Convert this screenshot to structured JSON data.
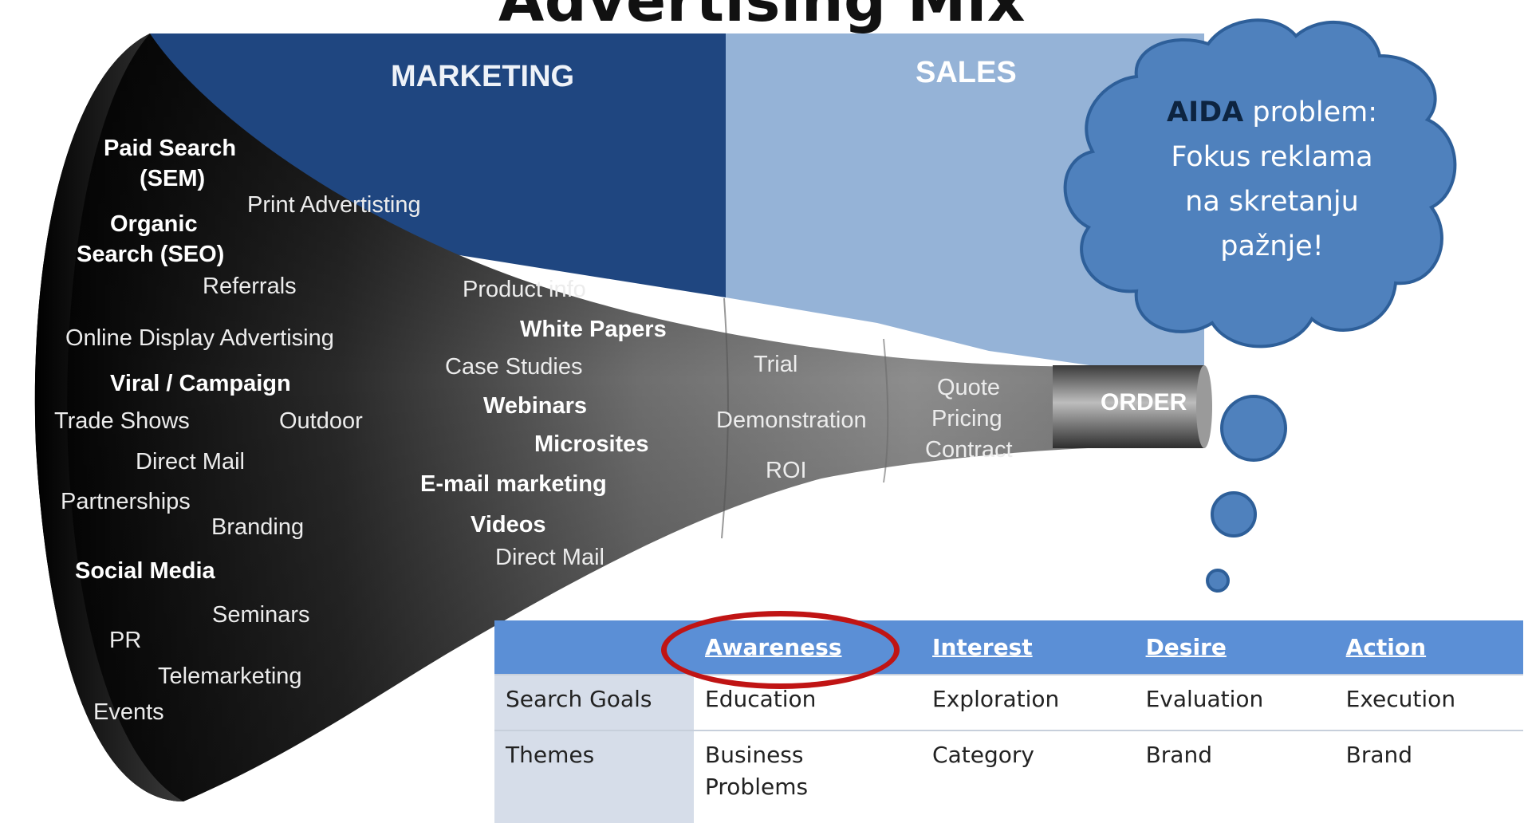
{
  "title": "Advertising Mix",
  "funnel": {
    "marketing_label": "MARKETING",
    "sales_label": "SALES",
    "order_label": "ORDER",
    "marketing_left": [
      {
        "text": "Paid Search",
        "bold": true
      },
      {
        "text": "(SEM)",
        "bold": true
      },
      {
        "text": "Print Advertisting",
        "bold": false
      },
      {
        "text": "Organic",
        "bold": true
      },
      {
        "text": "Search (SEO)",
        "bold": true
      },
      {
        "text": "Referrals",
        "bold": false
      },
      {
        "text": "Online Display Advertising",
        "bold": false
      },
      {
        "text": "Viral / Campaign",
        "bold": true
      },
      {
        "text": "Trade Shows",
        "bold": false
      },
      {
        "text": "Outdoor",
        "bold": false
      },
      {
        "text": "Direct Mail",
        "bold": false
      },
      {
        "text": "Partnerships",
        "bold": false
      },
      {
        "text": "Branding",
        "bold": false
      },
      {
        "text": "Social Media",
        "bold": true
      },
      {
        "text": "Seminars",
        "bold": false
      },
      {
        "text": "PR",
        "bold": false
      },
      {
        "text": "Telemarketing",
        "bold": false
      },
      {
        "text": "Events",
        "bold": false
      }
    ],
    "marketing_right": [
      {
        "text": "Product info",
        "bold": false
      },
      {
        "text": "White Papers",
        "bold": true
      },
      {
        "text": "Case Studies",
        "bold": false
      },
      {
        "text": "Webinars",
        "bold": true
      },
      {
        "text": "Microsites",
        "bold": true
      },
      {
        "text": "E-mail marketing",
        "bold": true
      },
      {
        "text": "Videos",
        "bold": true
      },
      {
        "text": "Direct Mail",
        "bold": false
      }
    ],
    "sales_first": [
      "Trial",
      "Demonstration",
      "ROI"
    ],
    "sales_second": [
      "Quote",
      "Pricing",
      "Contract"
    ]
  },
  "cloud": {
    "bold_word": "AIDA",
    "rest_first_line": " problem:",
    "lines": [
      "Fokus reklama",
      "na skretanju",
      "pažnje!"
    ]
  },
  "aida_table": {
    "headers": [
      "",
      "Awareness",
      "Interest",
      "Desire",
      "Action"
    ],
    "rows": [
      {
        "label": "Search Goals",
        "cells": [
          "Education",
          "Exploration",
          "Evaluation",
          "Execution"
        ]
      },
      {
        "label": "Themes",
        "cells": [
          "Business\nProblems",
          "Category",
          "Brand",
          "Brand"
        ]
      }
    ],
    "highlighted_column": "Awareness"
  },
  "colors": {
    "marketing_band": "#1f4680",
    "sales_band": "#95b3d7",
    "cloud_fill": "#4f81bd",
    "cloud_stroke": "#2e5f99",
    "table_header": "#5b8fd6",
    "highlight_ring": "#c01414"
  }
}
